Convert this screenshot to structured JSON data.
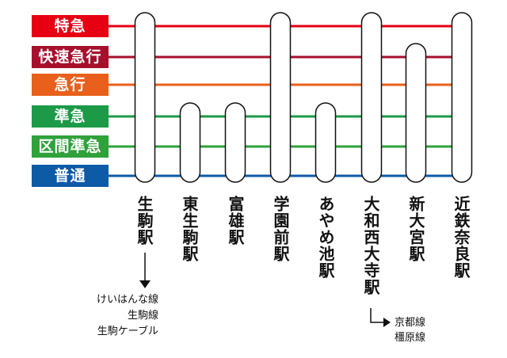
{
  "services": [
    {
      "label": "特急",
      "color": "#e60012"
    },
    {
      "label": "快速急行",
      "color": "#a7102d"
    },
    {
      "label": "急行",
      "color": "#e8601b"
    },
    {
      "label": "準急",
      "color": "#1c9a47"
    },
    {
      "label": "区間準急",
      "color": "#2fa23a"
    },
    {
      "label": "普通",
      "color": "#0d5aa7"
    }
  ],
  "stations": [
    {
      "name": "生駒駅",
      "stops": [
        0,
        1,
        2,
        3,
        4,
        5
      ]
    },
    {
      "name": "東生駒駅",
      "stops": [
        3,
        4,
        5
      ]
    },
    {
      "name": "富雄駅",
      "stops": [
        3,
        4,
        5
      ]
    },
    {
      "name": "学園前駅",
      "stops": [
        0,
        1,
        2,
        3,
        4,
        5
      ]
    },
    {
      "name": "あやめ池駅",
      "stops": [
        3,
        4,
        5
      ]
    },
    {
      "name": "大和西大寺駅",
      "stops": [
        0,
        1,
        2,
        3,
        4,
        5
      ]
    },
    {
      "name": "新大宮駅",
      "stops": [
        1,
        2,
        3,
        4,
        5
      ]
    },
    {
      "name": "近鉄奈良駅",
      "stops": [
        0,
        1,
        2,
        3,
        4,
        5
      ]
    }
  ],
  "transfers": {
    "ikoma": [
      "けいはんな線",
      "生駒線",
      "生駒ケーブル"
    ],
    "yamato_saidaiji": [
      "京都線",
      "橿原線"
    ]
  }
}
